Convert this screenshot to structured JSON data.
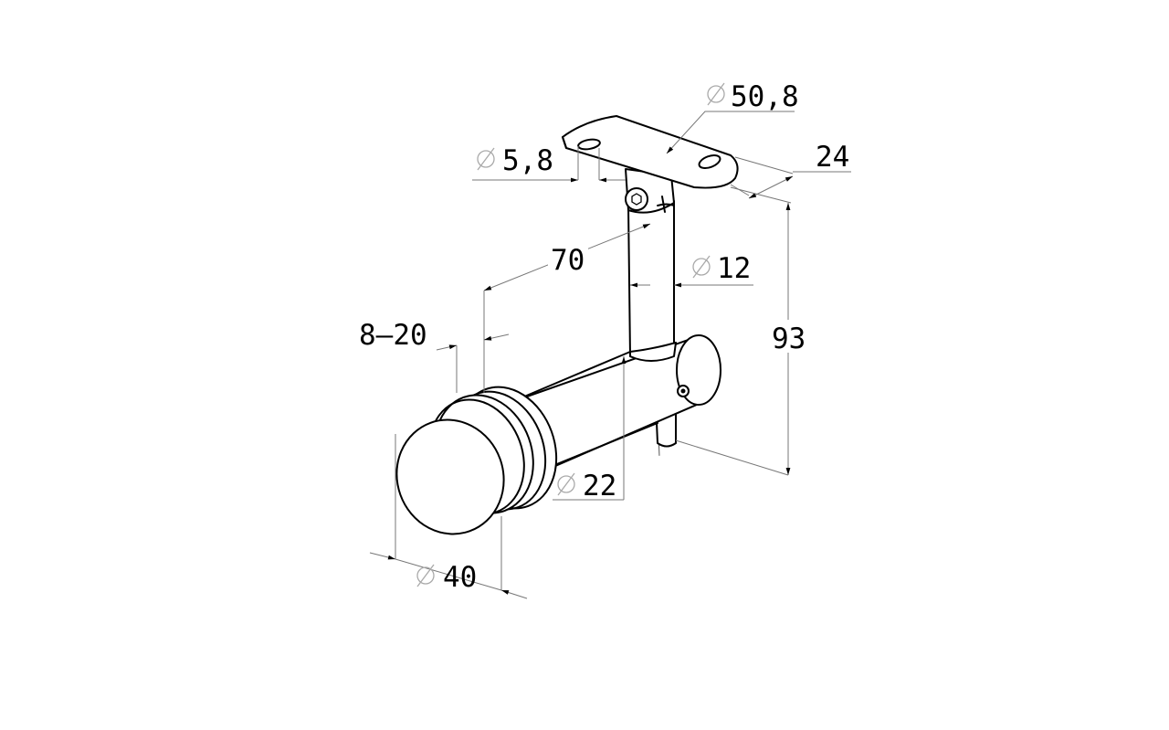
{
  "drawing": {
    "title": "Handrail bracket with glass clamp",
    "dimensions": {
      "rail_diameter": "50,8",
      "plate_width": "24",
      "hole_diameter": "5,8",
      "projection": "70",
      "stem_diameter": "12",
      "glass_thickness": "8–20",
      "height": "93",
      "arm_diameter": "22",
      "disc_diameter": "40"
    }
  }
}
